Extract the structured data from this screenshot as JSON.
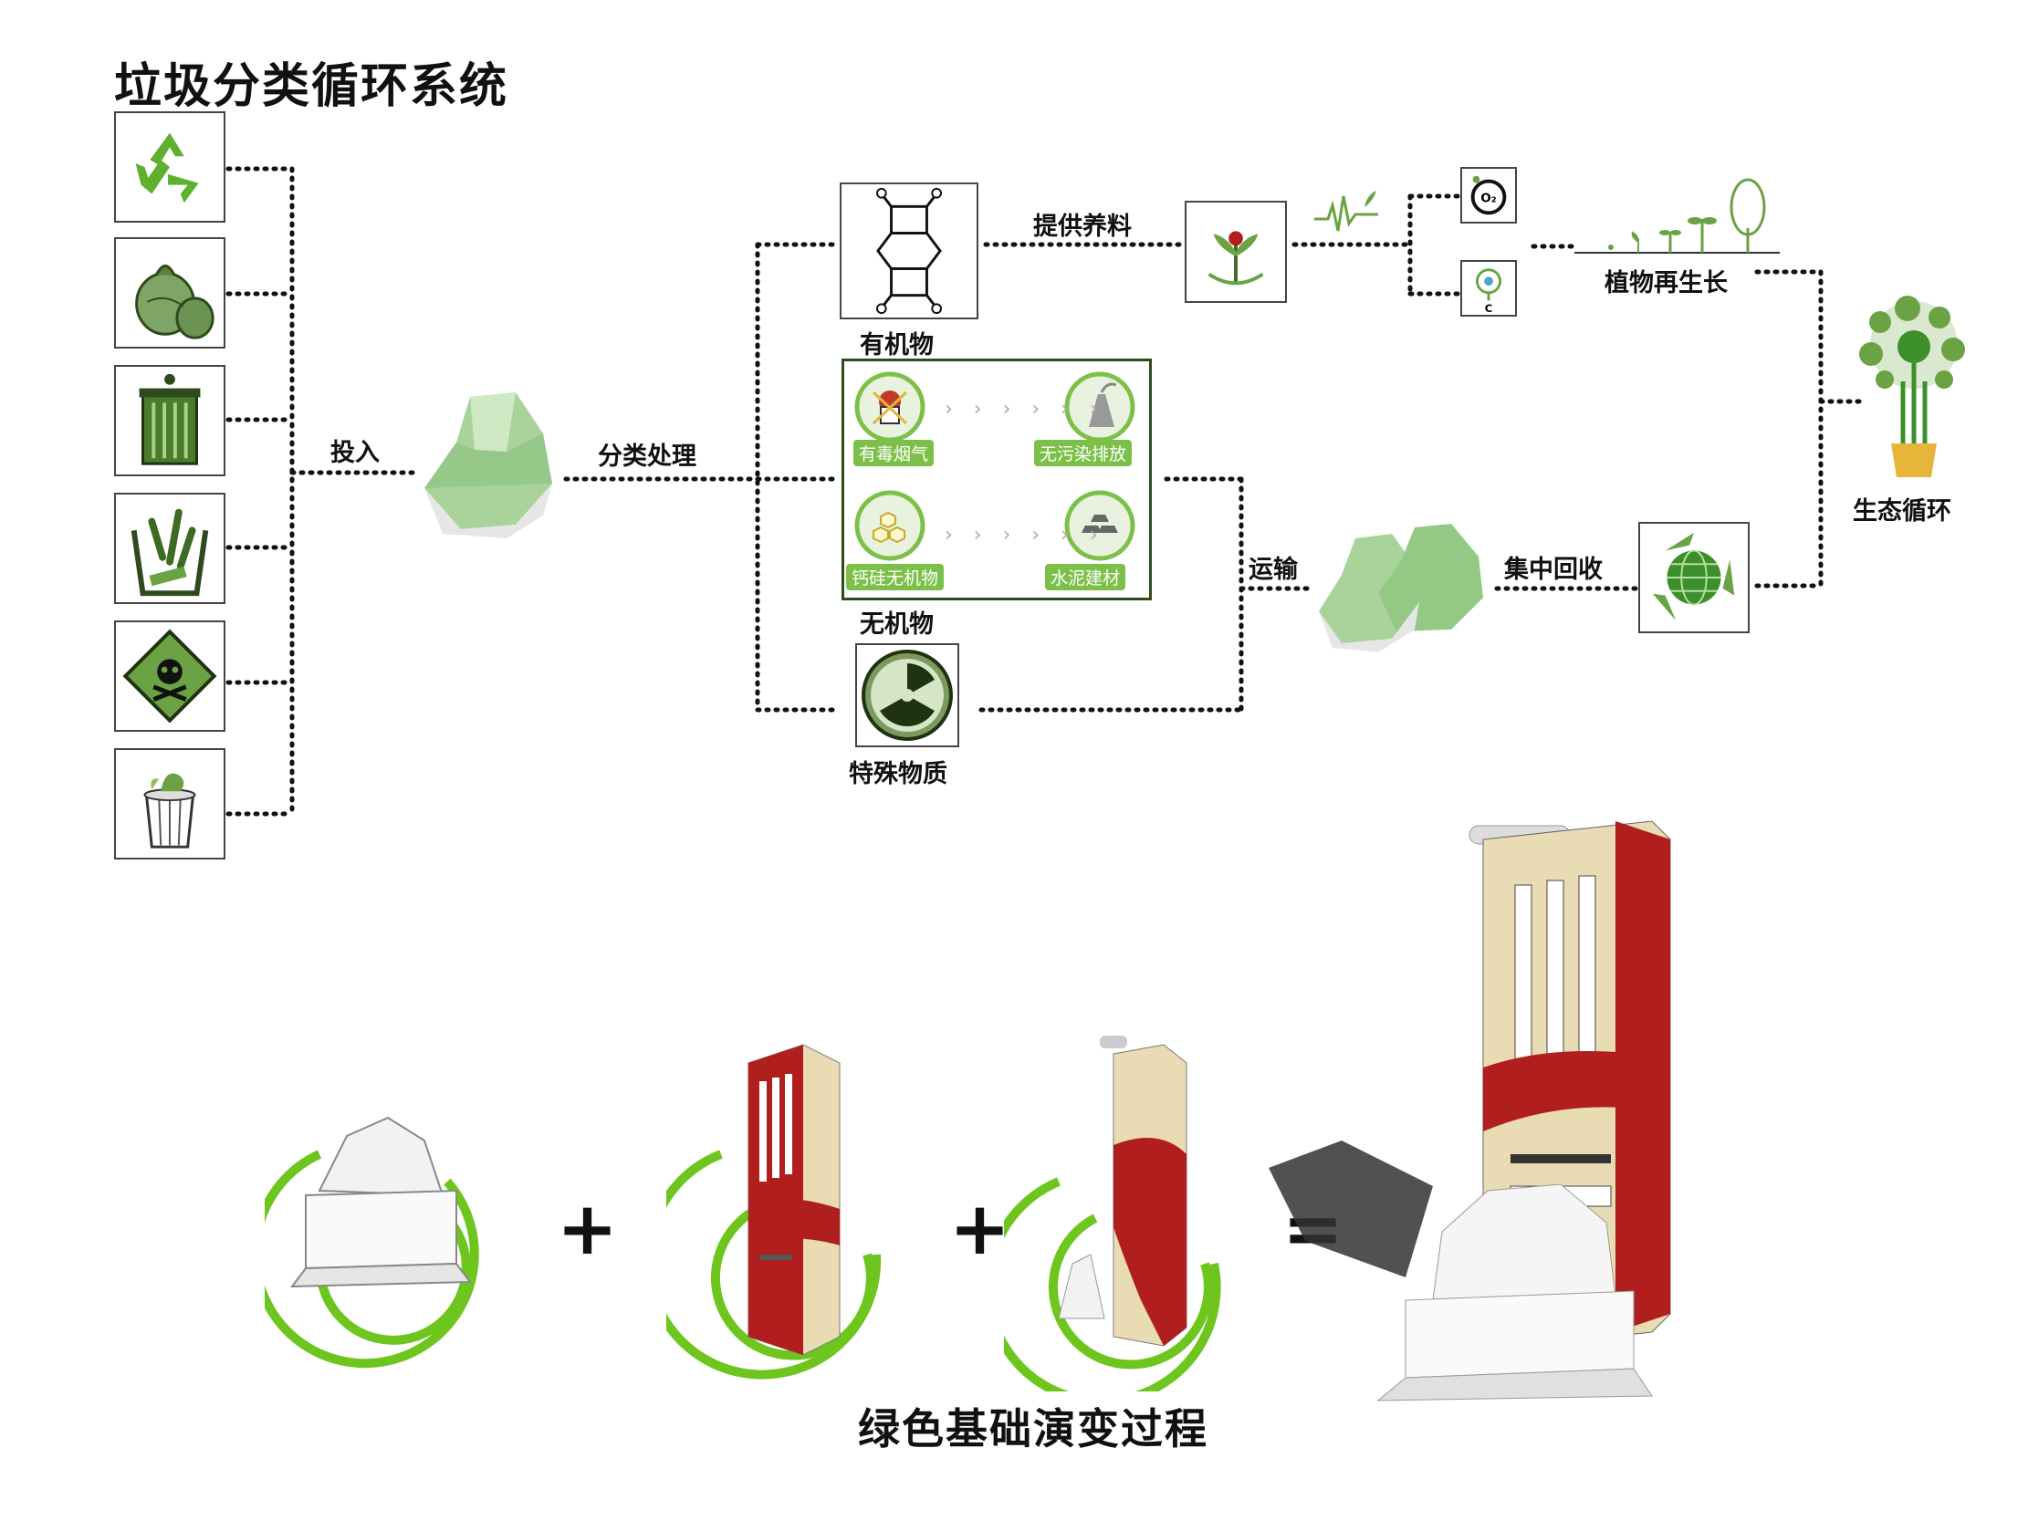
{
  "title": "垃圾分类循环系统",
  "labels": {
    "tou_ru": "投入",
    "fen_lei": "分类处理",
    "organic": "有机物",
    "nutrient": "提供养料",
    "plant_regrow": "植物再生长",
    "eco_cycle": "生态循环",
    "inorganic": "无机物",
    "special": "特殊物质",
    "transport": "运输",
    "central_recycle": "集中回收"
  },
  "inorganic_panel": {
    "toxic_smoke": "有毒烟气",
    "no_pollution": "无污染排放",
    "calcium_silicate": "钙硅无机物",
    "cement": "水泥建材"
  },
  "cycle_icons": {
    "o2": "O₂",
    "c": "C"
  },
  "waste_icons": [
    "recycle-icon",
    "garbage-bag-icon",
    "trash-can-icon",
    "bin-waste-icon",
    "hazard-skull-icon",
    "food-waste-bin-icon"
  ],
  "operators": {
    "plus1": "+",
    "plus2": "+",
    "equals": "="
  },
  "bottom_title": "绿色基础演变过程",
  "colors": {
    "green": "#7cc04a",
    "bright_green": "#6ec51e",
    "dark_red": "#b01e1e",
    "cream": "#e9dcb4"
  }
}
